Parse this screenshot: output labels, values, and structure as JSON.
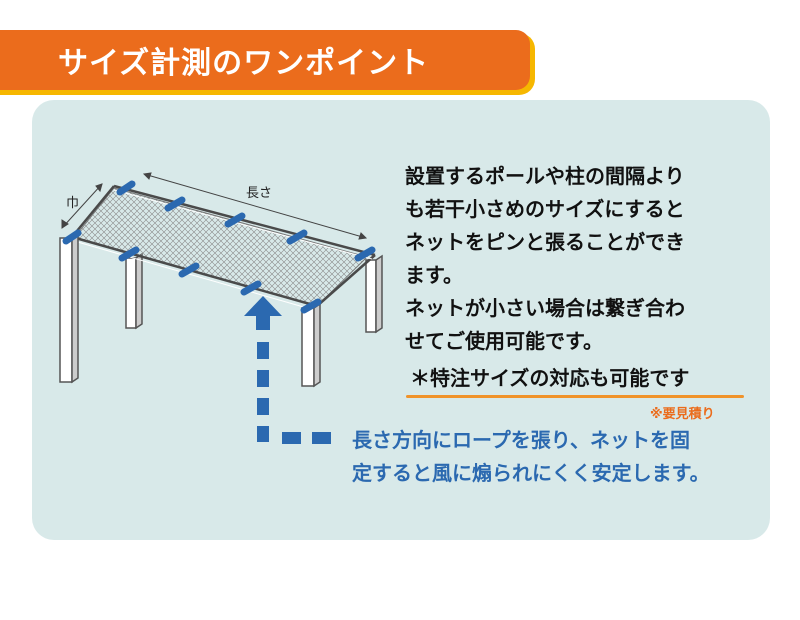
{
  "header": {
    "title": "サイズ計測のワンポイント"
  },
  "diagram": {
    "width_label": "巾",
    "length_label": "長さ"
  },
  "description": {
    "lines": [
      "設置するポールや柱の間隔より",
      "も若干小さめのサイズにすると",
      "ネットをピンと張ることができ",
      "ます。",
      "ネットが小さい場合は繋ぎ合わ",
      "せてご使用可能です。"
    ]
  },
  "special": {
    "text": "＊特注サイズの対応も可能です",
    "note": "※要見積り"
  },
  "tip": {
    "lines": [
      "長さ方向にロープを張り、ネットを固",
      "定すると風に煽られにくく安定します。"
    ]
  },
  "colors": {
    "header_orange": "#eb6c1c",
    "header_shadow": "#f6b700",
    "panel_bg": "#d8e9e9",
    "accent_blue": "#2b69b0",
    "underline_orange": "#f0932a"
  }
}
